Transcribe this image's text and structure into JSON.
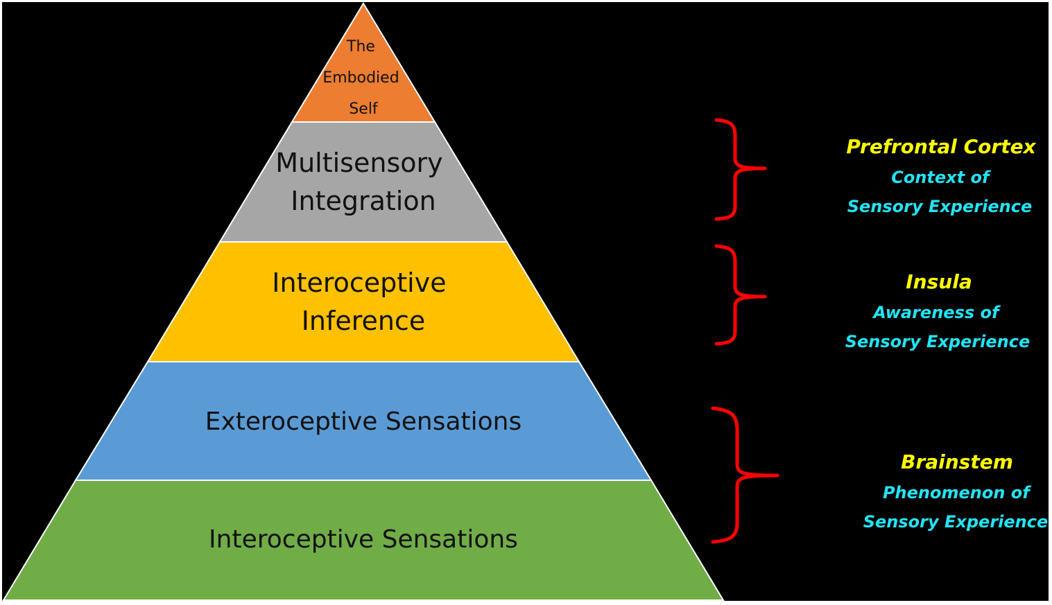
{
  "diagram": {
    "background": "#000000",
    "tiers": [
      {
        "id": "embodied-self",
        "lines": [
          "The",
          "Embodied",
          "Self"
        ],
        "color": "#ed7d31"
      },
      {
        "id": "multisensory-integration",
        "lines": [
          "Multisensory",
          "Integration"
        ],
        "color": "#a6a6a6"
      },
      {
        "id": "interoceptive-inference",
        "lines": [
          "Interoceptive",
          "Inference"
        ],
        "color": "#ffc000"
      },
      {
        "id": "exteroceptive-sensations",
        "lines": [
          "Exteroceptive Sensations"
        ],
        "color": "#5b9bd5"
      },
      {
        "id": "interoceptive-sensations",
        "lines": [
          "Interoceptive Sensations"
        ],
        "color": "#70ad47"
      }
    ],
    "regions": [
      {
        "id": "prefrontal-cortex",
        "title": "Prefrontal Cortex",
        "lines": [
          "Context of",
          "Sensory Experience"
        ]
      },
      {
        "id": "insula",
        "title": "Insula",
        "lines": [
          "Awareness of",
          "Sensory Experience"
        ]
      },
      {
        "id": "brainstem",
        "title": "Brainstem",
        "lines": [
          "Phenomenon of",
          "Sensory Experience"
        ]
      }
    ],
    "colors": {
      "brace": "#ff0000",
      "region_title": "#ffff00",
      "region_description": "#22e4f4",
      "tier_text": "#111111"
    }
  }
}
